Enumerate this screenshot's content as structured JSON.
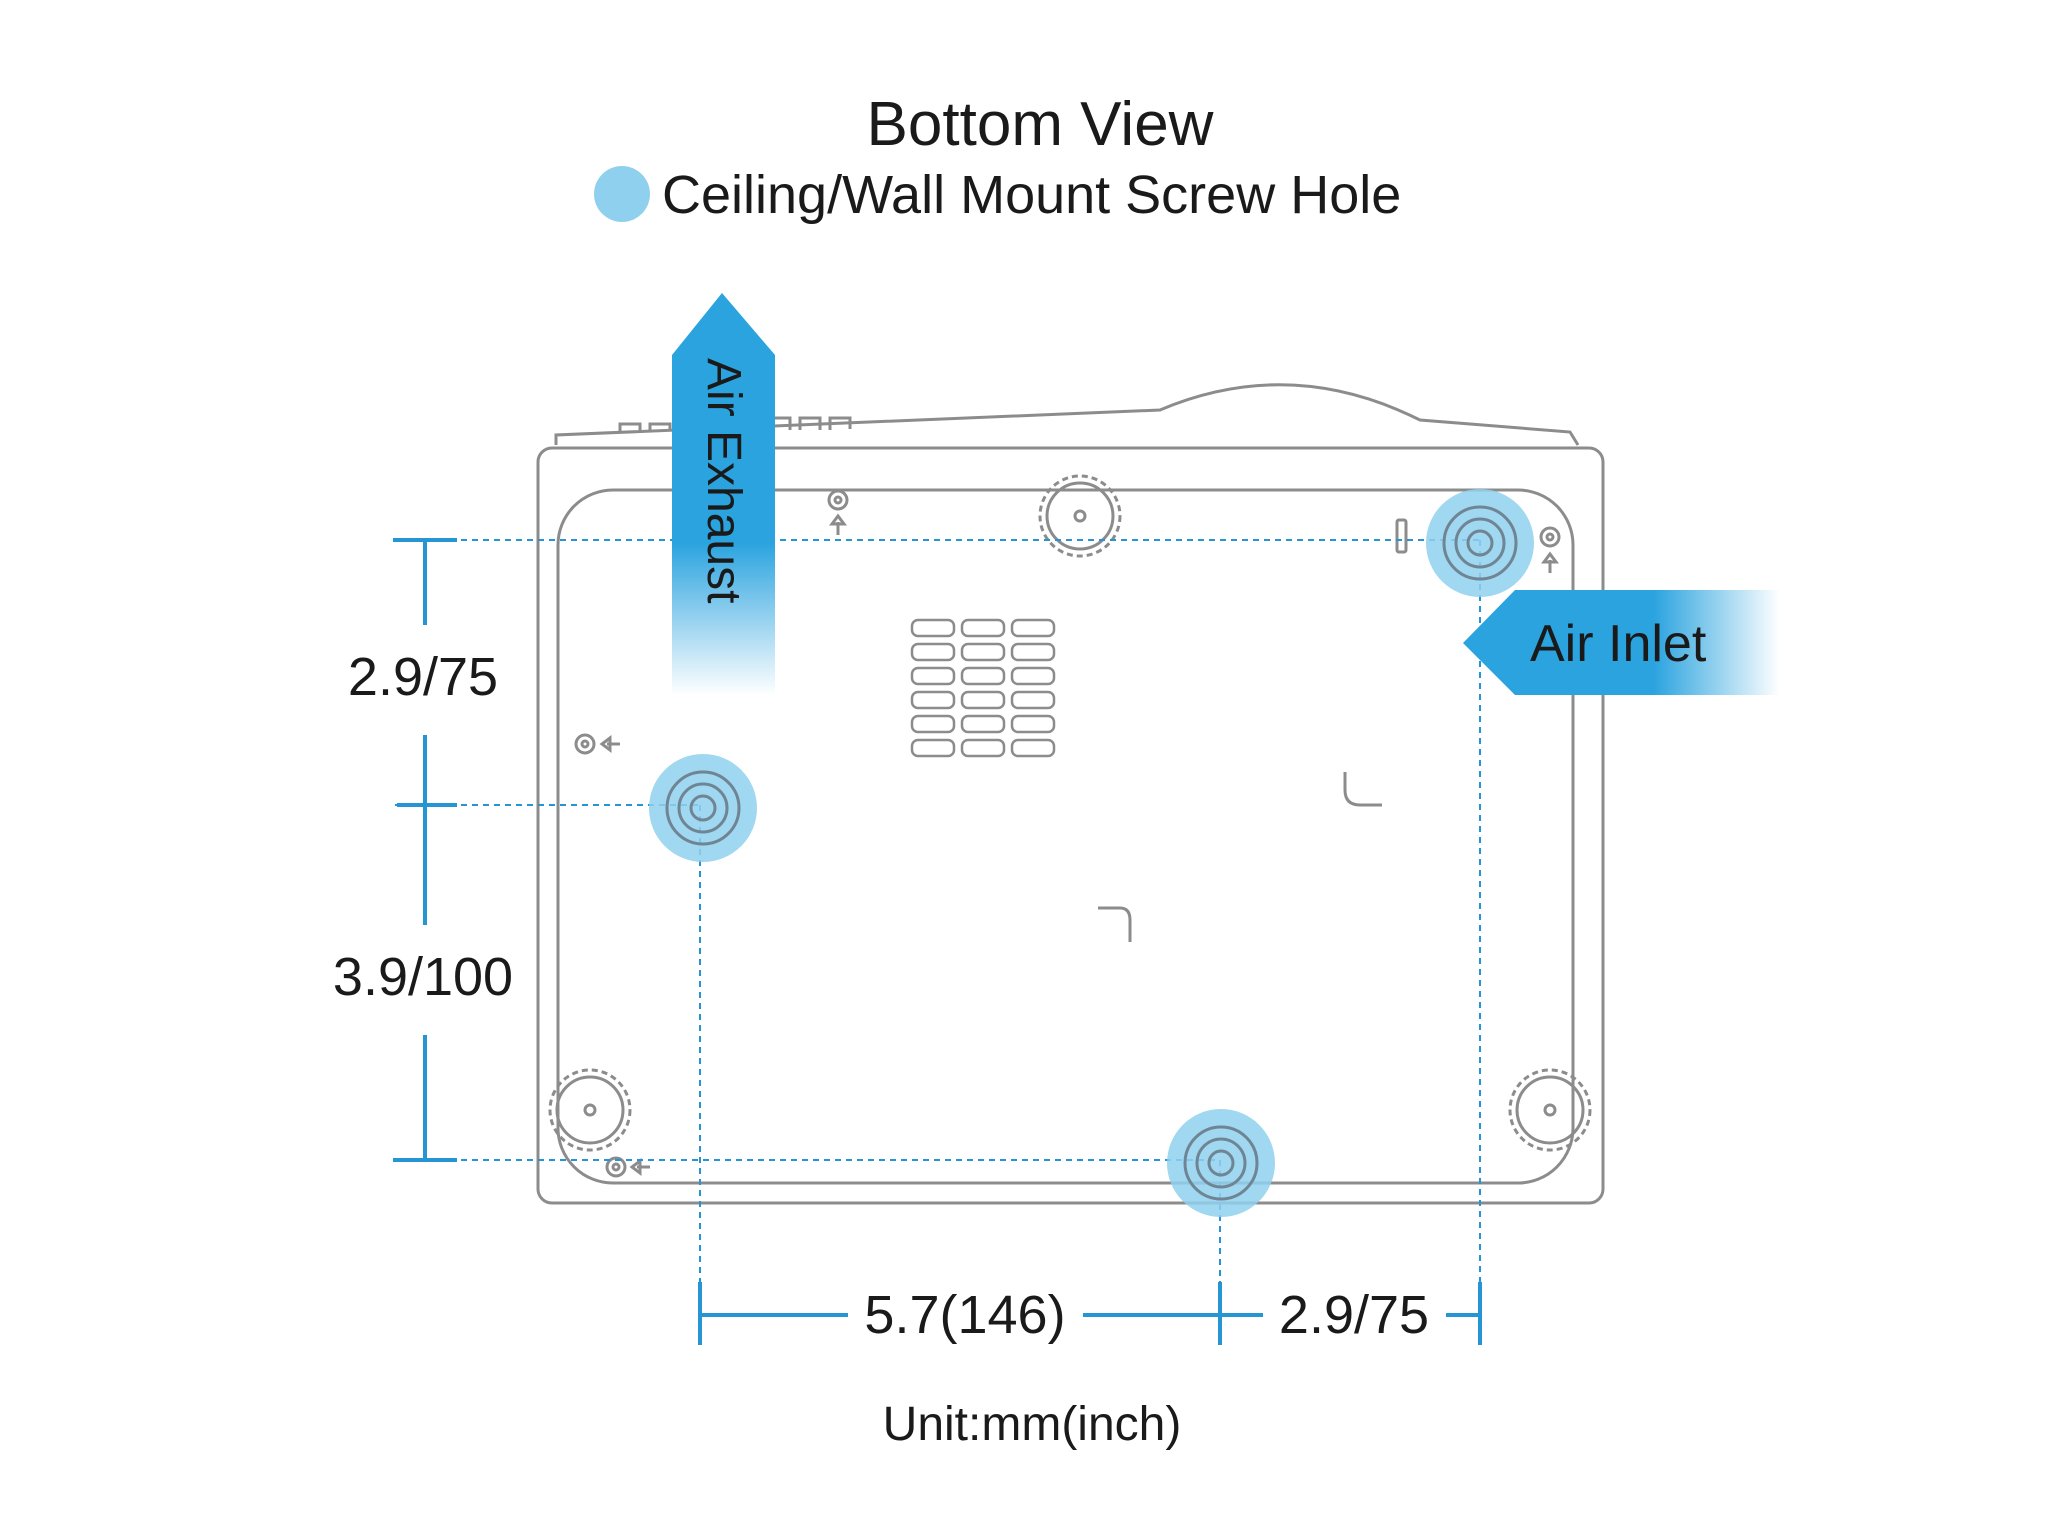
{
  "title": "Bottom View",
  "legend": {
    "label": "Ceiling/Wall Mount Screw Hole",
    "icon": "screw-hole-dot",
    "color": "#8fd0ef"
  },
  "arrows": {
    "exhaust_label": "Air Exhaust",
    "inlet_label": "Air Inlet",
    "color": "#2aa3df"
  },
  "dimensions": {
    "vertical_top": "2.9/75",
    "vertical_bottom": "3.9/100",
    "horizontal_left": "5.7(146)",
    "horizontal_right": "2.9/75"
  },
  "unit_note": "Unit:mm(inch)",
  "colors": {
    "outline": "#8c8c8c",
    "dimension_line": "#2596d3",
    "screw_hole": "#8fd0ef"
  }
}
